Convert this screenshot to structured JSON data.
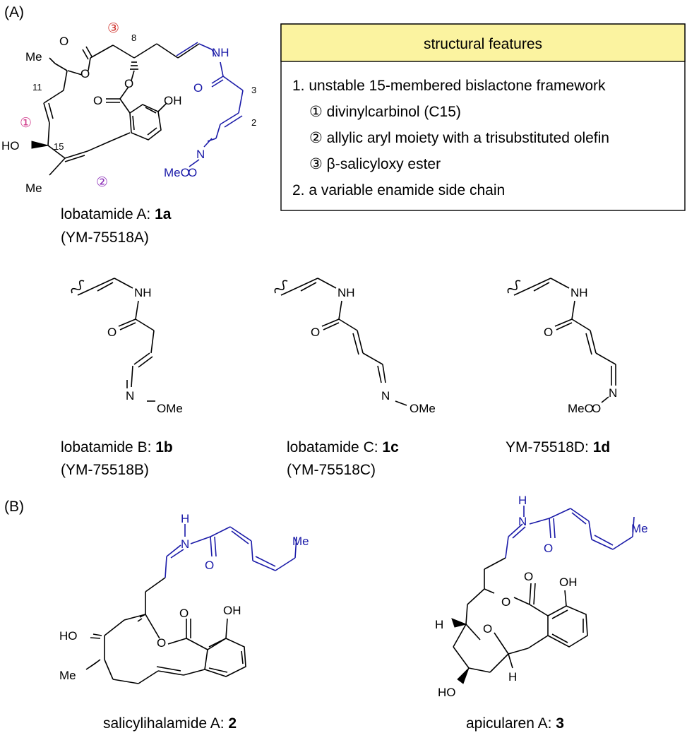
{
  "panel_labels": {
    "a": "(A)",
    "b": "(B)"
  },
  "features_box": {
    "header": "structural features",
    "lines": [
      "1. unstable 15-membered bislactone framework",
      "① divinylcarbinol (C15)",
      "② allylic aryl moiety with a trisubstituted olefin",
      "③ β-salicyloxy ester",
      "2. a variable enamide side chain"
    ]
  },
  "markers": {
    "m1": "①",
    "m2": "②",
    "m3": "③"
  },
  "atoms": {
    "o": "O",
    "nh": "NH",
    "n": "N",
    "h": "H",
    "oh": "OH",
    "ho": "HO",
    "me": "Me",
    "meo": "MeO",
    "ome": "OMe",
    "o_ome": "O",
    "num8": "8",
    "num11": "11",
    "num15": "15",
    "num3": "3",
    "num2": "2"
  },
  "compounds": {
    "c1a": {
      "name": "lobatamide A: ",
      "id": "1a",
      "alt": "(YM-75518A)"
    },
    "c1b": {
      "name": "lobatamide B: ",
      "id": "1b",
      "alt": "(YM-75518B)"
    },
    "c1c": {
      "name": "lobatamide C: ",
      "id": "1c",
      "alt": "(YM-75518C)"
    },
    "c1d": {
      "name": "YM-75518D: ",
      "id": "1d"
    },
    "c2": {
      "name": "salicylihalamide A: ",
      "id": "2"
    },
    "c3": {
      "name": "apicularen A: ",
      "id": "3"
    }
  },
  "colors": {
    "side_chain": "#1a1aa8",
    "box_header": "#fbf3a0",
    "marker_1": "#d0388a",
    "marker_2": "#8c2fb8",
    "marker_3": "#d0302a"
  }
}
